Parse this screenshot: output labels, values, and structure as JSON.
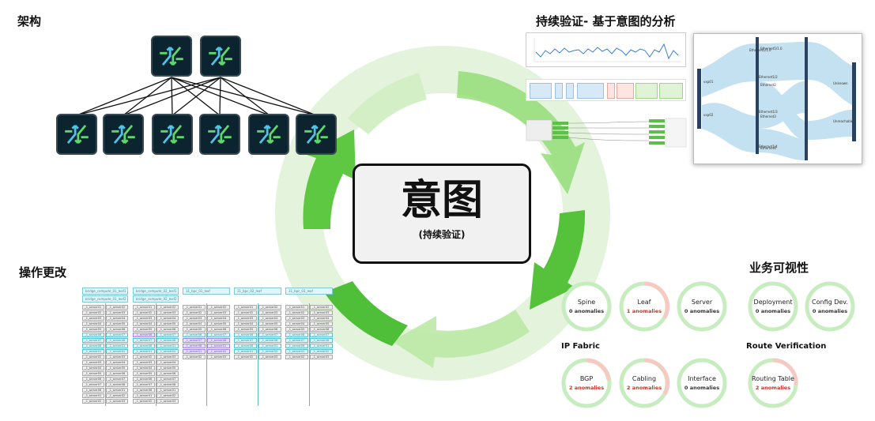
{
  "sections": {
    "architecture": "架构",
    "continuous_validation": "持续验证- 基于意图的分析",
    "operations_change": "操作更改",
    "business_visibility": "业务可视性"
  },
  "center": {
    "title": "意图",
    "subtitle": "(持续验证)"
  },
  "anomalies": {
    "infra": [
      {
        "label": "Spine",
        "count": "0 anomalies",
        "bad": false
      },
      {
        "label": "Leaf",
        "count": "1 anomalies",
        "bad": true
      },
      {
        "label": "Server",
        "count": "0 anomalies",
        "bad": false
      }
    ],
    "business": [
      {
        "label": "Deployment",
        "count": "0 anomalies",
        "bad": false
      },
      {
        "label": "Config Dev.",
        "count": "0 anomalies",
        "bad": false
      }
    ],
    "ip_fabric_title": "IP Fabric",
    "ip_fabric": [
      {
        "label": "BGP",
        "count": "2 anomalies",
        "bad": true
      },
      {
        "label": "Cabling",
        "count": "2 anomalies",
        "bad": true
      },
      {
        "label": "Interface",
        "count": "0 anomalies",
        "bad": false
      }
    ],
    "route_verification_title": "Route Verification",
    "route_verification": [
      {
        "label": "Routing Table",
        "count": "2 anomalies",
        "bad": true
      }
    ]
  },
  "change_list": {
    "headers": [
      "bridge_compute_01_leaf1",
      "bridge_compute_01_leaf2",
      "bridge_compute_02_leaf1",
      "bridge_compute_02_leaf2",
      "31_bpc_01_leaf",
      "31_bpc_02_leaf",
      "31_bpc_03_leaf"
    ],
    "cells": [
      "_1_server01",
      "_1_server02",
      "_1_server03",
      "_1_server04",
      "_1_server05",
      "_1_server06",
      "_1_server07",
      "_1_server08"
    ]
  },
  "flow_panel": {
    "labels": [
      "Ethernet1/1.0",
      "Ethernet1/2",
      "Ethernet1/3",
      "Ethernet1/4",
      "Ethernet5/1.0",
      "Ethernet2",
      "Ethernet3",
      "Ethernet4",
      "vxp01",
      "vxp02",
      "Unknown",
      "Unreachable"
    ]
  },
  "colors": {
    "ring_light": "#dff2d6",
    "ring_green": "#4fbf3a",
    "switch_bg": "#0b2430",
    "anomaly_bad": "#c0392b"
  }
}
